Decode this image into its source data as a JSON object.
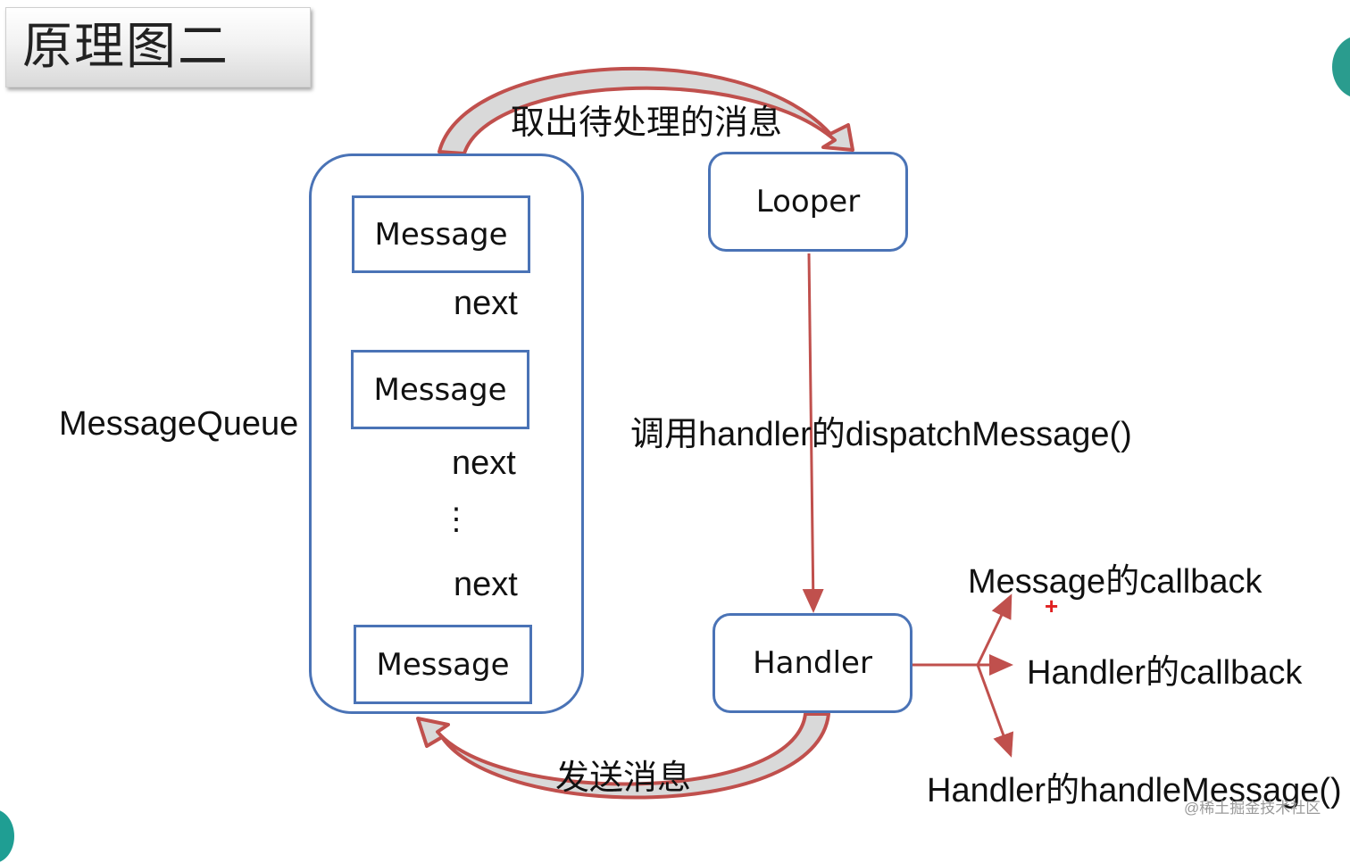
{
  "title": "原理图二",
  "queue": {
    "label": "MessageQueue",
    "messages": [
      "Message",
      "Message",
      "Message"
    ],
    "next_labels": [
      "next",
      "next",
      "next"
    ],
    "ellipsis": "⋮"
  },
  "looper": {
    "label": "Looper"
  },
  "handler": {
    "label": "Handler"
  },
  "arrows": {
    "take_message": "取出待处理的消息",
    "send_message": "发送消息",
    "dispatch": "调用handler的dispatchMessage()"
  },
  "callbacks": {
    "message_callback": "Message的callback",
    "plus": "+",
    "handler_callback": "Handler的callback",
    "handle_message": "Handler的handleMessage()"
  },
  "watermark": "@稀土掘金技术社区",
  "colors": {
    "box_border": "#4a73b6",
    "arrow_red": "#c0504d",
    "arrow_fill": "#d9d9d9",
    "plus_red": "#e02020"
  }
}
